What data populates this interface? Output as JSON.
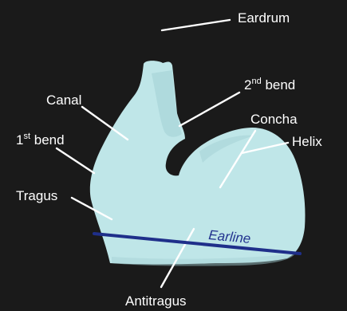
{
  "colors": {
    "background": "#1a1a1a",
    "model_fill": "#bfe6e8",
    "model_shadow": "#a3d0d4",
    "earline": "#1f2f8a",
    "text": "#ffffff"
  },
  "labels": {
    "eardrum": "Eardrum",
    "second_bend_num": "2",
    "second_bend_sup": "nd",
    "second_bend_word": " bend",
    "canal": "Canal",
    "concha": "Concha",
    "first_bend_num": "1",
    "first_bend_sup": "st",
    "first_bend_word": " bend",
    "helix": "Helix",
    "tragus": "Tragus",
    "earline": "Earline",
    "antitragus": "Antitragus"
  }
}
